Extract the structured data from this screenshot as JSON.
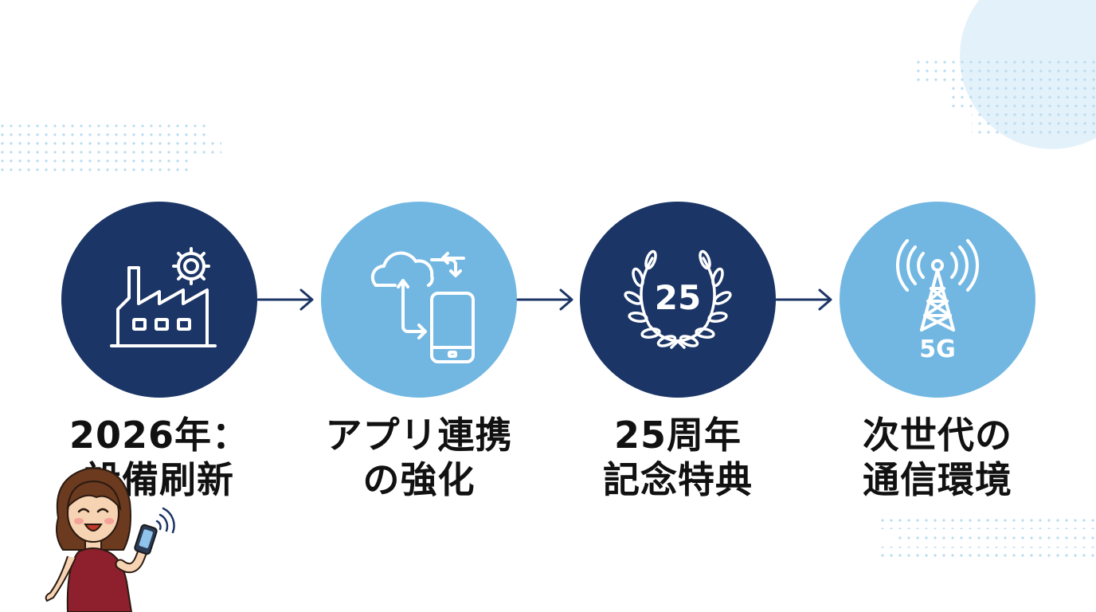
{
  "colors": {
    "dark_navy": "#1b3566",
    "light_blue": "#72b7e2",
    "arrow": "#1b3566",
    "dots": "#b9dcf0",
    "decor_circle": "#e3f1fa"
  },
  "steps": [
    {
      "label_line1": "2026年：",
      "label_line2": "設備刷新",
      "icon": "factory-gear-icon",
      "circle_color": "#1b3566"
    },
    {
      "label_line1": "アプリ連携",
      "label_line2": "の強化",
      "icon": "cloud-phone-sync-icon",
      "circle_color": "#72b7e2"
    },
    {
      "label_line1": "25周年",
      "label_line2": "記念特典",
      "icon": "laurel-wreath-icon",
      "badge_text": "25",
      "circle_color": "#1b3566"
    },
    {
      "label_line1": "次世代の",
      "label_line2": "通信環境",
      "icon": "5g-tower-icon",
      "badge_text": "5G",
      "circle_color": "#72b7e2"
    }
  ],
  "mascot": {
    "icon": "woman-with-phone-icon"
  }
}
